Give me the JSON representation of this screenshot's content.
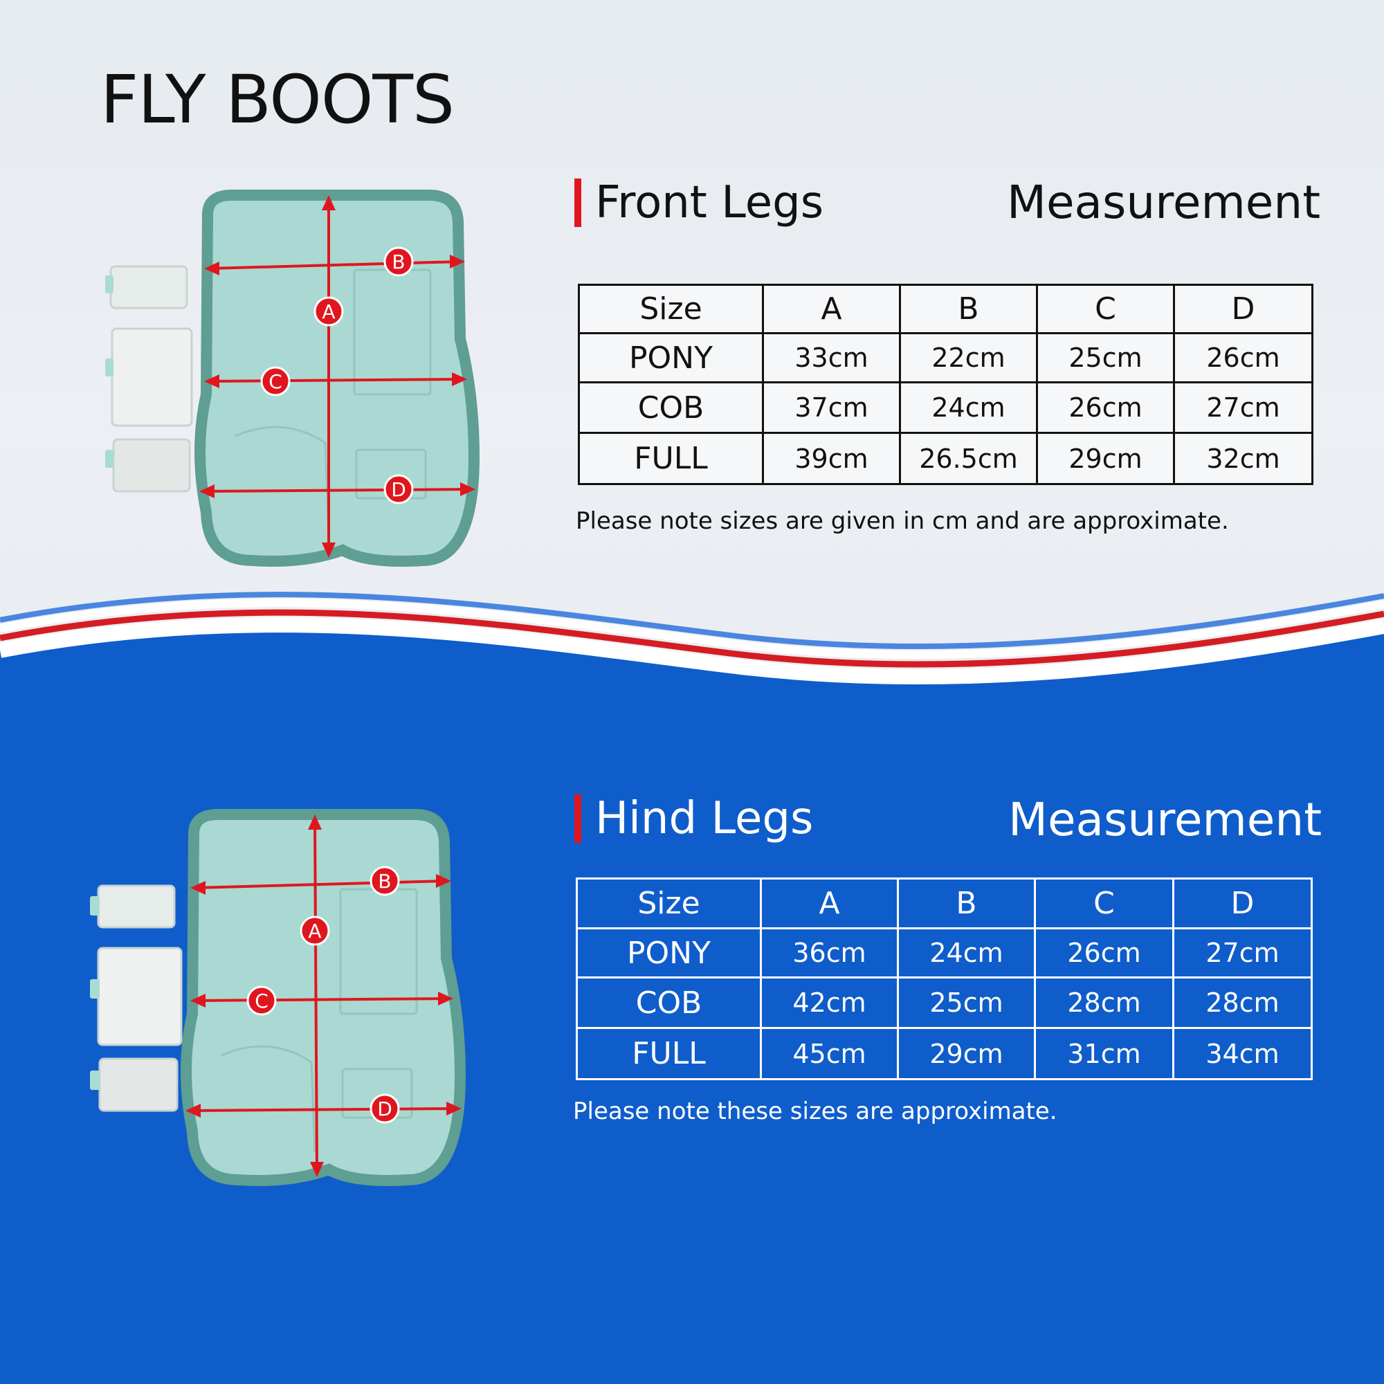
{
  "page_title": "FLY BOOTS",
  "front": {
    "section_title": "Front Legs",
    "measurement_label": "Measurement",
    "headers": [
      "Size",
      "A",
      "B",
      "C",
      "D"
    ],
    "rows": [
      {
        "size": "PONY",
        "values": [
          "33cm",
          "22cm",
          "25cm",
          "26cm"
        ]
      },
      {
        "size": "COB",
        "values": [
          "37cm",
          "24cm",
          "26cm",
          "27cm"
        ]
      },
      {
        "size": "FULL",
        "values": [
          "39cm",
          "26.5cm",
          "29cm",
          "32cm"
        ]
      }
    ],
    "note": "Please note sizes are given in cm and are approximate.",
    "diagram_markers": [
      "A",
      "B",
      "C",
      "D"
    ]
  },
  "hind": {
    "section_title": "Hind Legs",
    "measurement_label": "Measurement",
    "headers": [
      "Size",
      "A",
      "B",
      "C",
      "D"
    ],
    "rows": [
      {
        "size": "PONY",
        "values": [
          "36cm",
          "24cm",
          "26cm",
          "27cm"
        ]
      },
      {
        "size": "COB",
        "values": [
          "42cm",
          "25cm",
          "28cm",
          "28cm"
        ]
      },
      {
        "size": "FULL",
        "values": [
          "45cm",
          "29cm",
          "31cm",
          "34cm"
        ]
      }
    ],
    "note": "Please note these sizes are approximate.",
    "diagram_markers": [
      "A",
      "B",
      "C",
      "D"
    ]
  },
  "colors": {
    "blue_background": "#0f5dcb",
    "accent_red": "#e0161f",
    "boot_teal": "#a9d9d2",
    "boot_border": "#5f9e92"
  }
}
